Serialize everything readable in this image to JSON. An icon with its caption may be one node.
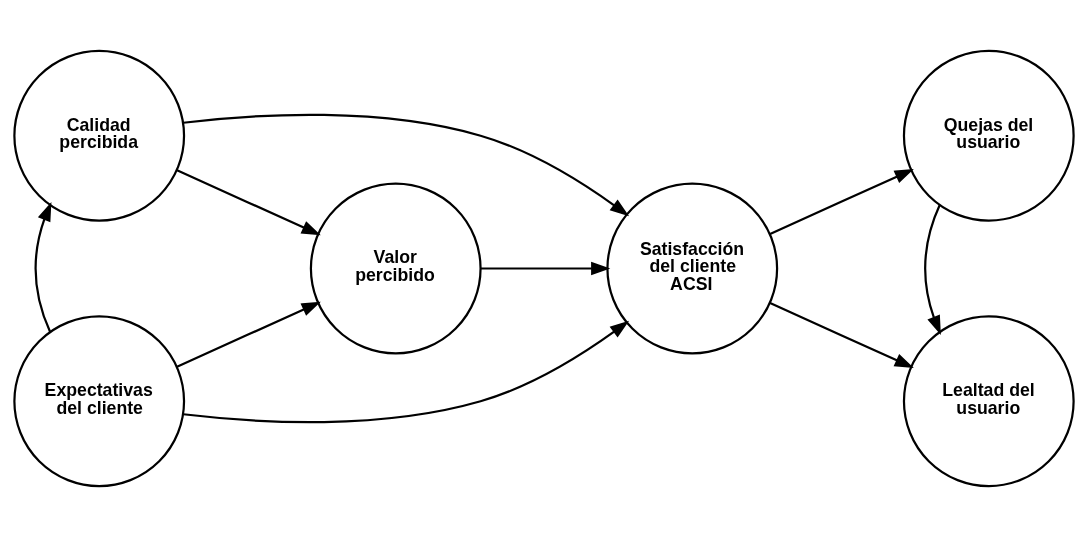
{
  "diagram": {
    "nodes": [
      {
        "text": [
          "Calidad percibida"
        ]
      },
      {
        "text": [
          "Expectativas del cliente"
        ]
      },
      {
        "text": [
          "Valor percibido"
        ]
      },
      {
        "text": [
          "Satisfacción del cliente ACSI"
        ]
      },
      {
        "text": [
          "Quejas del usuario"
        ]
      },
      {
        "text": [
          "Lealtad del usuario"
        ]
      }
    ],
    "edges": [
      {
        "from": 1,
        "to": 0,
        "arrow": "to"
      },
      {
        "from": 0,
        "to": 2,
        "arrow": "to"
      },
      {
        "from": 0,
        "to": 3,
        "arrow": "to"
      },
      {
        "from": 1,
        "to": 2,
        "arrow": "to"
      },
      {
        "from": 1,
        "to": 3,
        "arrow": "to"
      },
      {
        "from": 2,
        "to": 3,
        "arrow": "to"
      },
      {
        "from": 3,
        "to": 4,
        "arrow": "to"
      },
      {
        "from": 3,
        "to": 5,
        "arrow": "to"
      },
      {
        "from": 4,
        "to": 5,
        "arrow": "to"
      }
    ]
  }
}
